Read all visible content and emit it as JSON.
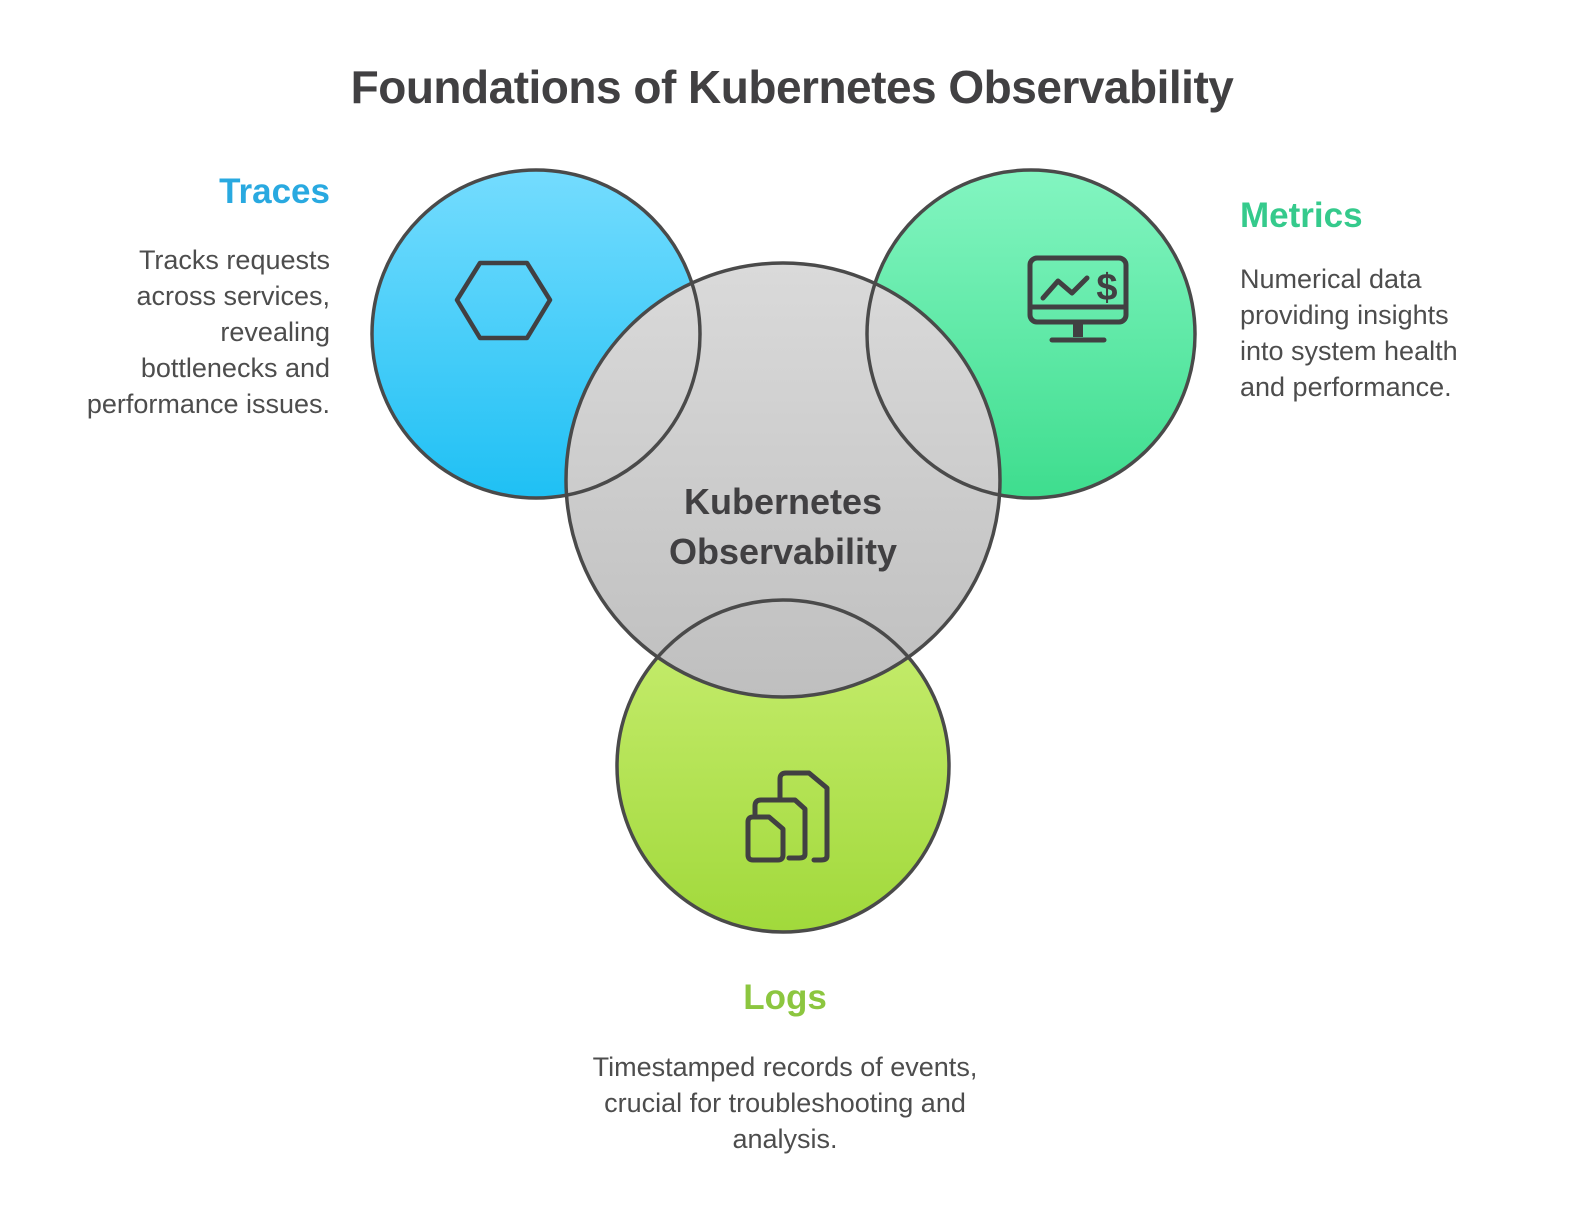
{
  "title": "Foundations of Kubernetes Observability",
  "center": {
    "label": "Kubernetes\nObservability"
  },
  "sections": {
    "traces": {
      "heading": "Traces",
      "description": "Tracks requests\nacross services,\nrevealing\nbottlenecks and\nperformance issues.",
      "heading_color": "#29a9e0",
      "circle_gradient_top": "#74dcfe",
      "circle_gradient_bottom": "#1fc0f4",
      "icon": "hexagon-icon"
    },
    "metrics": {
      "heading": "Metrics",
      "description": "Numerical data\nproviding insights\ninto system health\nand performance.",
      "heading_color": "#35ca8c",
      "circle_gradient_top": "#83f5c1",
      "circle_gradient_bottom": "#3edd8e",
      "icon": "monitor-chart-dollar-icon",
      "icon_dollar_glyph": "$"
    },
    "logs": {
      "heading": "Logs",
      "description": "Timestamped records of events,\ncrucial for troubleshooting and\nanalysis.",
      "heading_color": "#8cc63f",
      "circle_gradient_top": "#c9ee72",
      "circle_gradient_bottom": "#a1d93b",
      "icon": "stacked-documents-icon"
    }
  },
  "colors": {
    "background": "#ffffff",
    "title_text": "#414042",
    "body_text": "#4d4d4d",
    "circle_stroke": "#4a4a4a",
    "icon_stroke": "#414042",
    "center_circle_gradient_top": "#d9d9d9",
    "center_circle_gradient_bottom": "#bfbfbf"
  }
}
